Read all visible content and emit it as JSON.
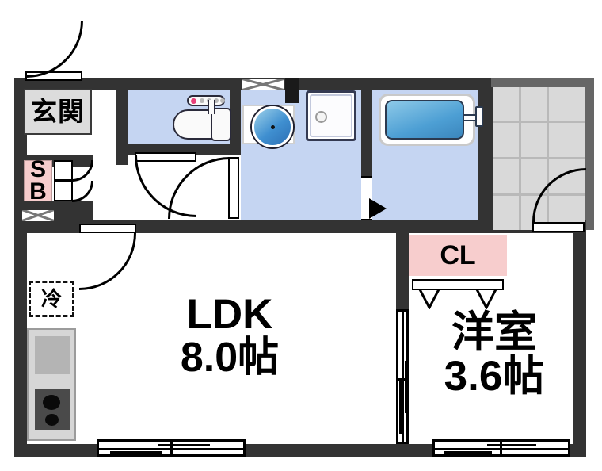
{
  "document": {
    "type": "floor-plan",
    "title": "間取り図",
    "unit_system": "帖"
  },
  "rooms": [
    {
      "id": "genkan",
      "label": "玄関",
      "meaning": "entrance",
      "fill": "#dcdcdc"
    },
    {
      "id": "shoe-box",
      "label": "SB",
      "meaning": "shoe-box",
      "fill": "#f7cdcd"
    },
    {
      "id": "toilet",
      "label": "",
      "meaning": "toilet",
      "fill": "#c5d5f2"
    },
    {
      "id": "washroom",
      "label": "",
      "meaning": "washroom-laundry",
      "fill": "#c5d5f2"
    },
    {
      "id": "bath",
      "label": "",
      "meaning": "bathroom",
      "fill": "#c5d5f2"
    },
    {
      "id": "ldk",
      "label": "LDK",
      "area": "8.0帖",
      "meaning": "living-dining-kitchen",
      "fill": "#ffffff"
    },
    {
      "id": "washitsu",
      "label": "洋室",
      "area": "3.6帖",
      "meaning": "western-room",
      "fill": "#ffffff"
    },
    {
      "id": "closet",
      "label": "CL",
      "meaning": "closet",
      "fill": "#f7cdcd"
    },
    {
      "id": "porch",
      "label": "",
      "meaning": "tiled-porch",
      "fill": "#d9d9d9"
    }
  ],
  "labels": {
    "genkan": "玄関",
    "sb_line1": "S",
    "sb_line2": "B",
    "cl": "CL",
    "refrigerator": "冷",
    "ldk_name": "LDK",
    "ldk_area": "8.0帖",
    "room_name": "洋室",
    "room_area": "3.6帖"
  },
  "fixtures": [
    {
      "name": "toilet",
      "icon": "toilet-icon"
    },
    {
      "name": "washing-machine",
      "icon": "washer-icon"
    },
    {
      "name": "wash-basin",
      "icon": "basin-icon"
    },
    {
      "name": "bathtub",
      "icon": "bathtub-icon"
    },
    {
      "name": "kitchen-sink",
      "icon": "sink-icon"
    },
    {
      "name": "gas-stove",
      "icon": "stove-icon",
      "burners": 2
    },
    {
      "name": "refrigerator-space",
      "icon": "fridge-icon"
    }
  ],
  "openings": [
    {
      "name": "entrance-door",
      "type": "hinged"
    },
    {
      "name": "ldk-door",
      "type": "hinged"
    },
    {
      "name": "toilet-door",
      "type": "hinged"
    },
    {
      "name": "washroom-door",
      "type": "hinged"
    },
    {
      "name": "bath-door",
      "type": "folding"
    },
    {
      "name": "shoe-box-door",
      "type": "folding"
    },
    {
      "name": "closet-door",
      "type": "folding"
    },
    {
      "name": "porch-door",
      "type": "hinged"
    },
    {
      "name": "ldk-room-partition",
      "type": "sliding"
    },
    {
      "name": "ldk-window",
      "type": "sliding-window"
    },
    {
      "name": "room-window",
      "type": "sliding-window"
    },
    {
      "name": "vent-left",
      "type": "vent"
    },
    {
      "name": "vent-top",
      "type": "vent"
    },
    {
      "name": "vent-bath",
      "type": "vent"
    }
  ],
  "colors": {
    "wall_dark": "#333333",
    "wall_light": "#666666",
    "water_area": "#c5d5f2",
    "closet_area": "#f7cdcd",
    "entrance_area": "#dcdcdc",
    "tile_area": "#d9d9d9",
    "ink": "#000000"
  }
}
